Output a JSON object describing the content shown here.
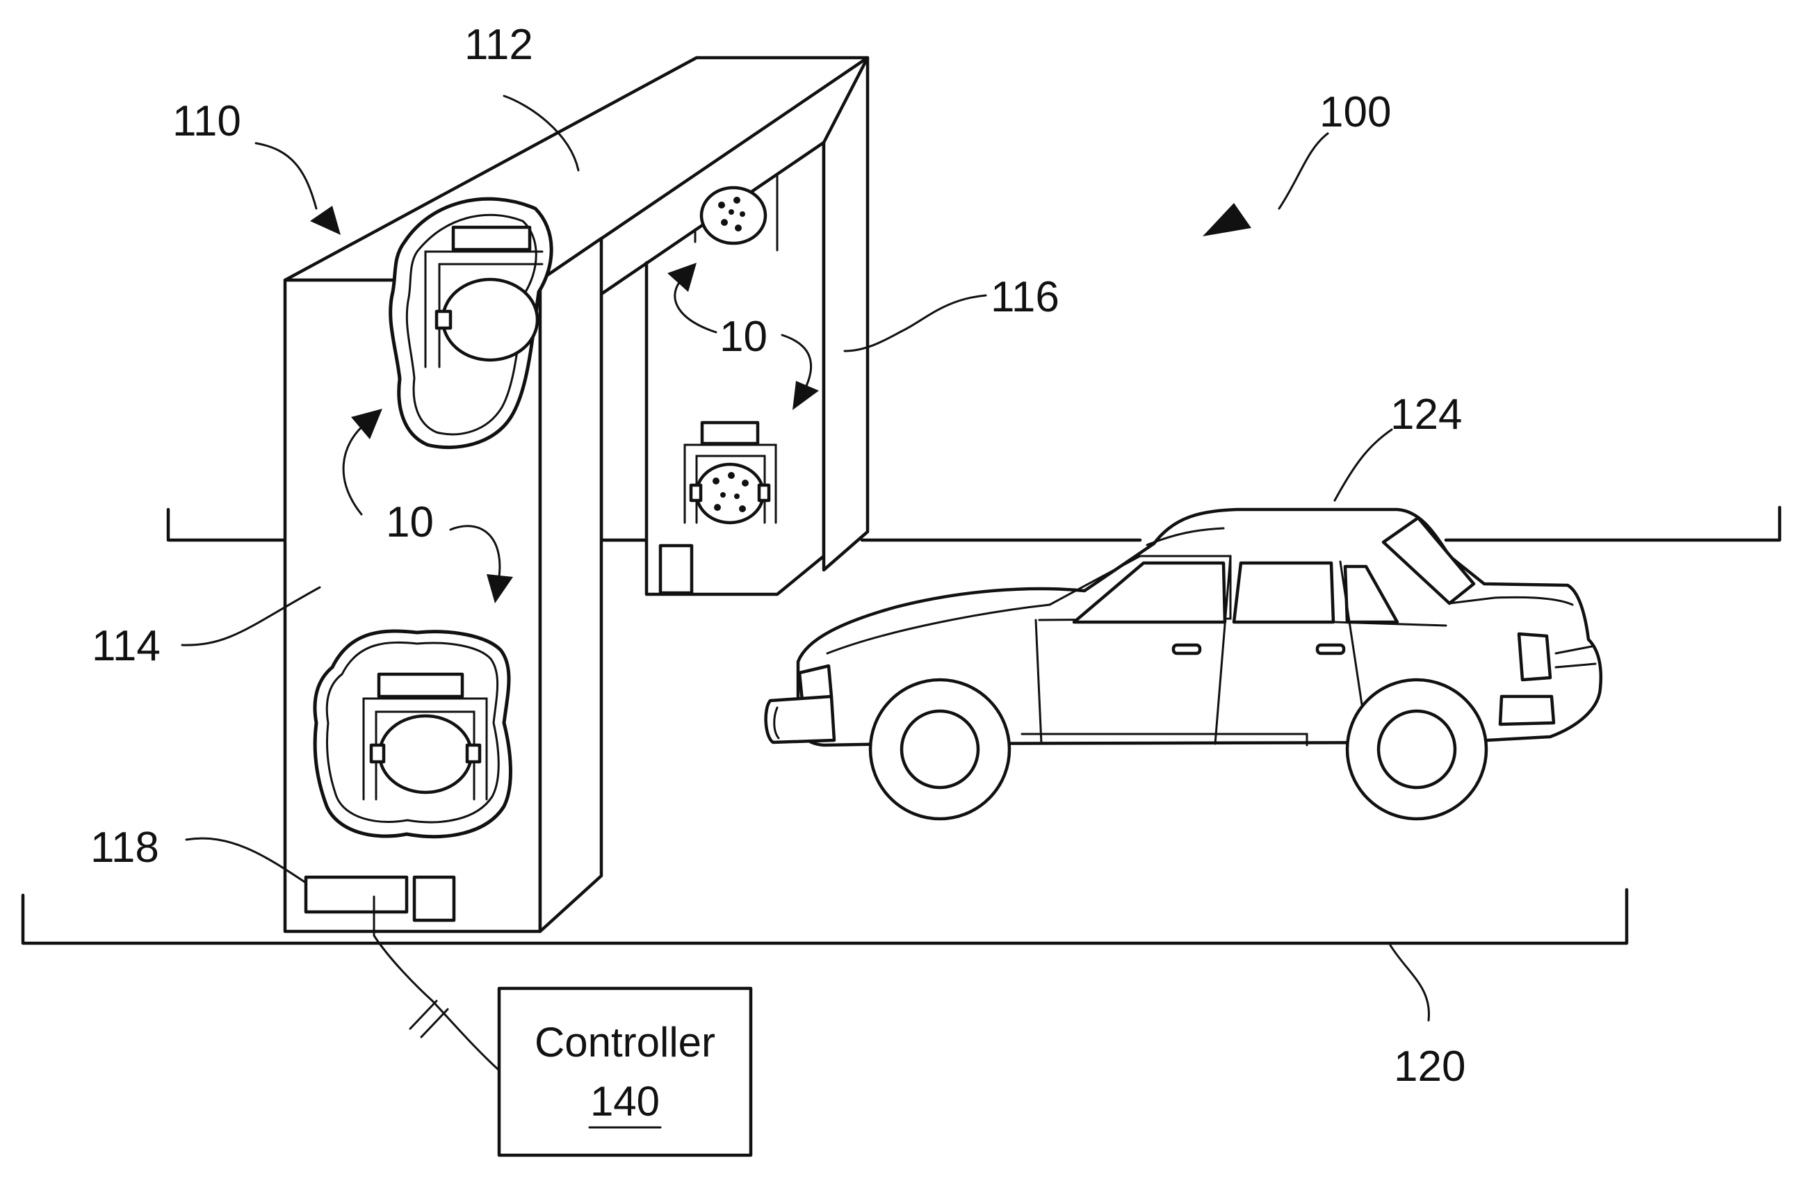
{
  "colors": {
    "ink": "#111111",
    "paper": "#ffffff"
  },
  "labels": {
    "system": "100",
    "gantry": "110",
    "top_beam": "112",
    "left_pillar": "114",
    "right_pillar": "116",
    "control_box": "118",
    "road": "120",
    "vehicle": "124",
    "sensor_upper_left": "10",
    "sensor_upper_right": "10"
  },
  "controller": {
    "title": "Controller",
    "number": "140"
  }
}
